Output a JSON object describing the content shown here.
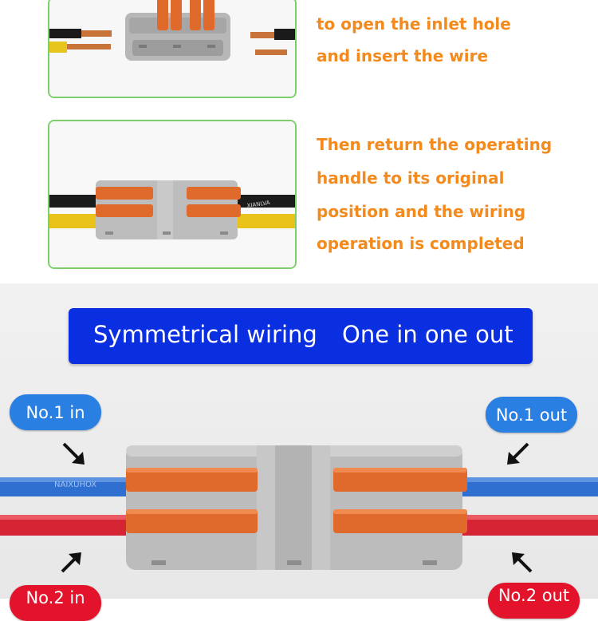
{
  "steps": {
    "step1": {
      "line1": "to open the inlet hole",
      "line2": "and insert the wire"
    },
    "step2": {
      "line1": "Then return the operating",
      "line2": "handle to its original",
      "line3": "position and the wiring",
      "line4": "operation is completed"
    }
  },
  "banner": {
    "left_text": "Symmetrical wiring",
    "right_text": "One in one out"
  },
  "labels": {
    "no1_in": "No.1 in",
    "no1_out": "No.1 out",
    "no2_in": "No.2 in",
    "no2_out": "No.2 out"
  },
  "wire_print": {
    "top_right": "XIANLVA",
    "bottom_left": "NAIXUHOX"
  },
  "colors": {
    "step_text": "#f28a1e",
    "frame_border": "#7ccf6b",
    "banner_bg": "#0a2fe0",
    "label_blue": "#2a7fe3",
    "label_red": "#e2132a",
    "lever_orange": "#e06a2c",
    "connector_gray": "#b9b9b9",
    "wire_blue": "#2f6fd0",
    "wire_red": "#d52434"
  },
  "icons": {
    "arrow": "diagonal-arrow-icon"
  }
}
